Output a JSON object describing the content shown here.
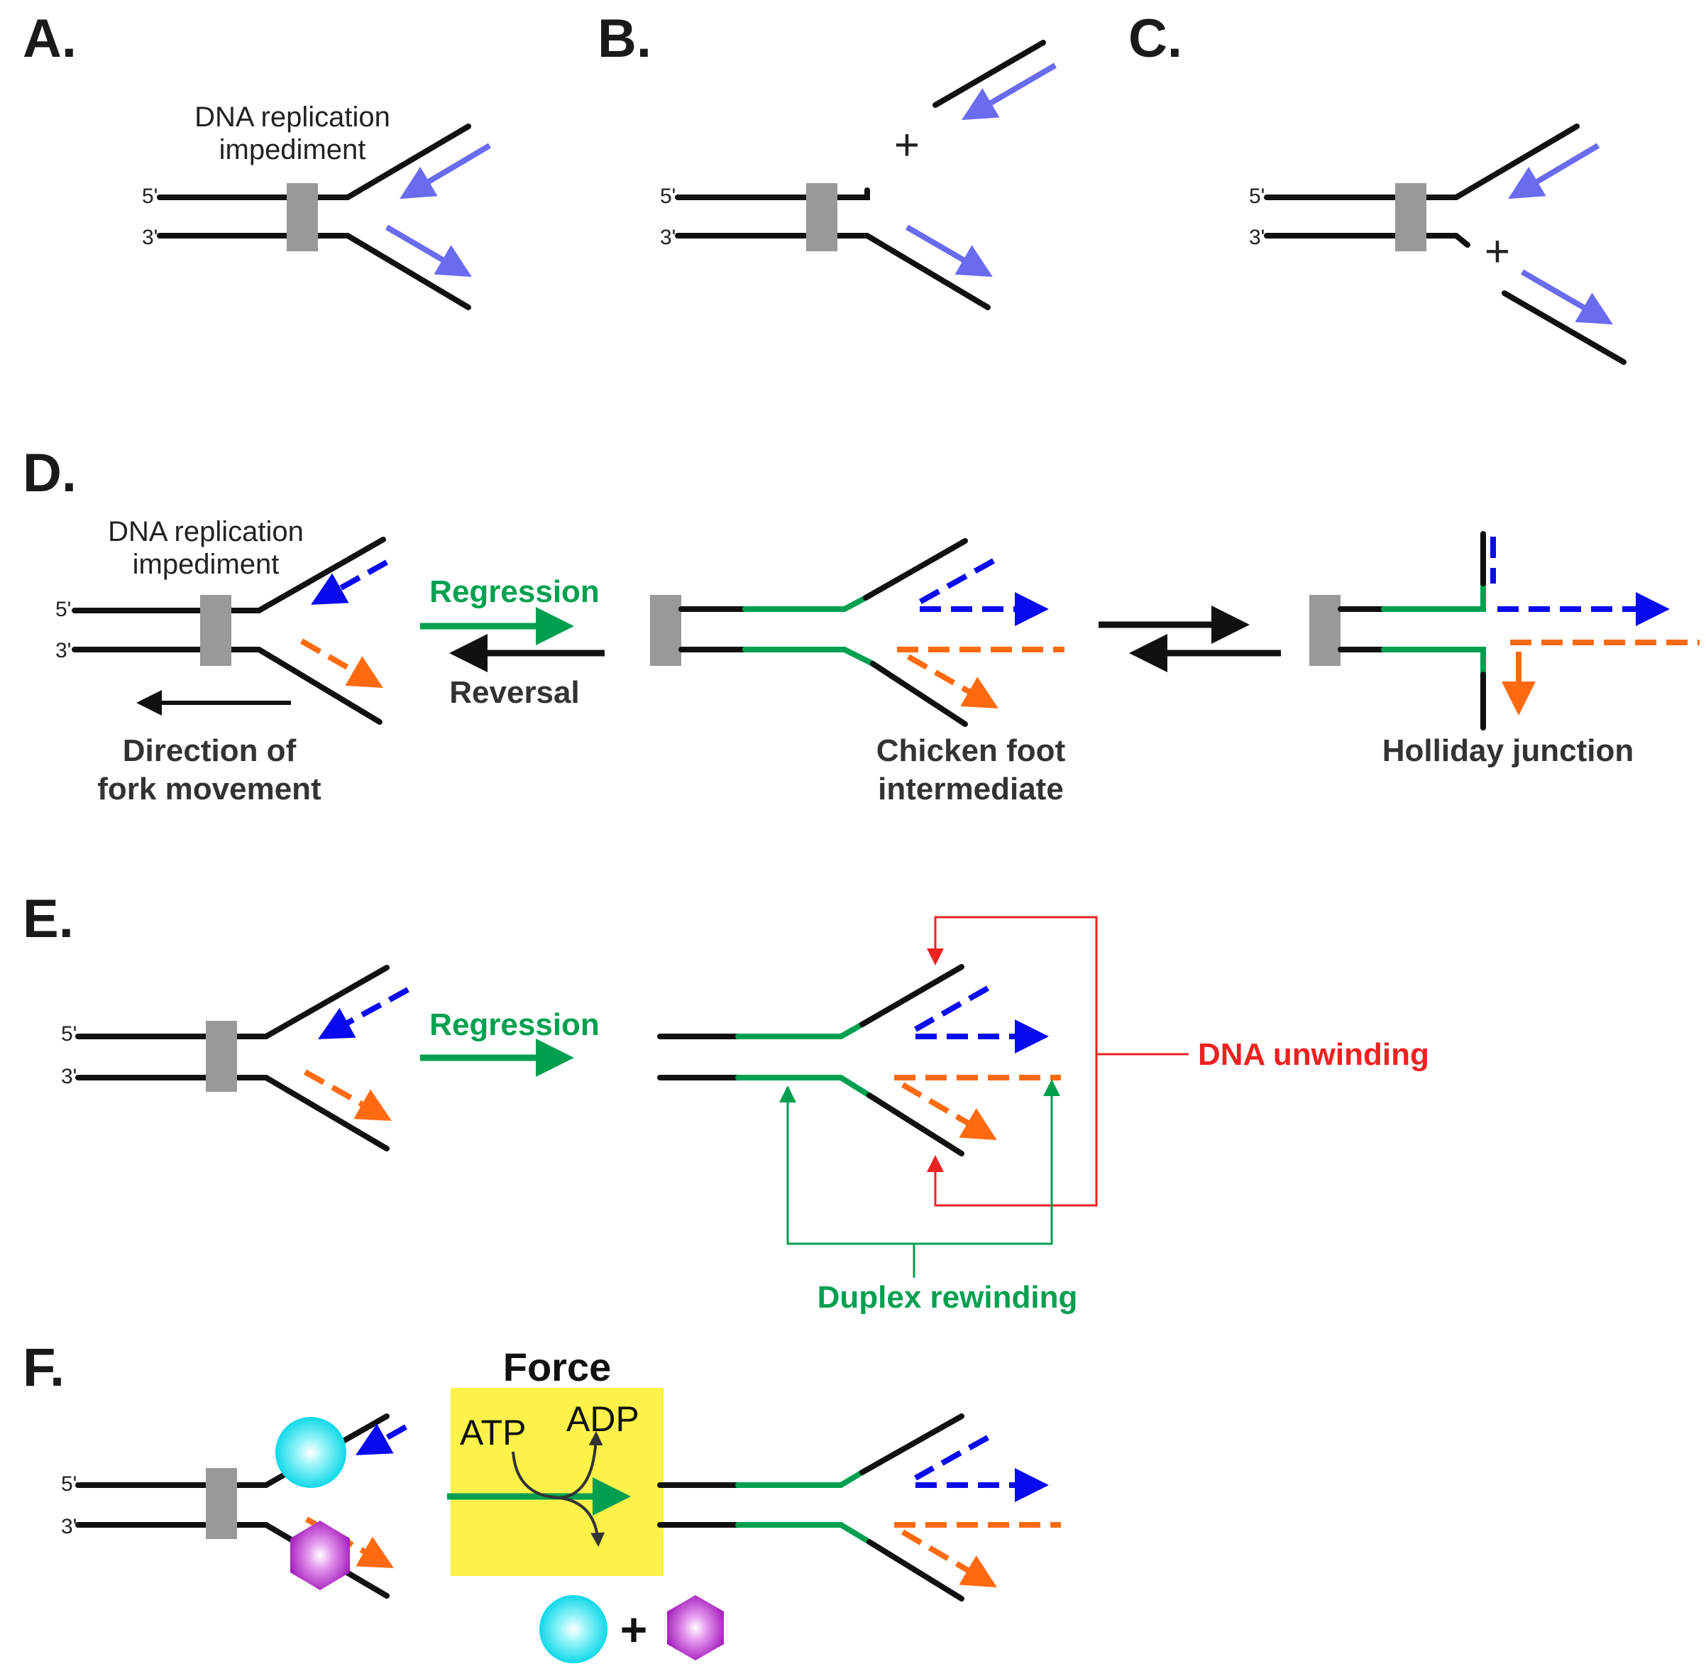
{
  "panels": {
    "A": {
      "label": "A.",
      "impediment_label": [
        "DNA replication",
        "impediment"
      ],
      "five_prime": "5'",
      "three_prime": "3'"
    },
    "B": {
      "label": "B.",
      "five_prime": "5'",
      "three_prime": "3'",
      "plus": "+"
    },
    "C": {
      "label": "C.",
      "five_prime": "5'",
      "three_prime": "3'",
      "plus": "+"
    },
    "D": {
      "label": "D.",
      "impediment_label": [
        "DNA replication",
        "impediment"
      ],
      "five_prime": "5'",
      "three_prime": "3'",
      "regression": "Regression",
      "reversal": "Reversal",
      "direction_label": [
        "Direction of",
        "fork movement"
      ],
      "chicken_foot_label": [
        "Chicken foot",
        "intermediate"
      ],
      "holliday_label": "Holliday junction"
    },
    "E": {
      "label": "E.",
      "five_prime": "5'",
      "three_prime": "3'",
      "regression": "Regression",
      "unwinding_label": "DNA unwinding",
      "rewinding_label": "Duplex rewinding"
    },
    "F": {
      "label": "F.",
      "five_prime": "5'",
      "three_prime": "3'",
      "force": "Force",
      "atp": "ATP",
      "adp": "ADP",
      "plus": "+"
    }
  },
  "colors": {
    "dna": "#111111",
    "impediment": "#999999",
    "nascent_light": "#6b6bf0",
    "leading_nascent": "#0a0aee",
    "lagging_nascent": "#ff6a10",
    "regressed_duplex": "#00a050",
    "unwinding": "#ee2222",
    "force_box": "#fcf24a",
    "protein_sphere": "#22e8f4",
    "protein_hexagon": "#b028c8"
  }
}
